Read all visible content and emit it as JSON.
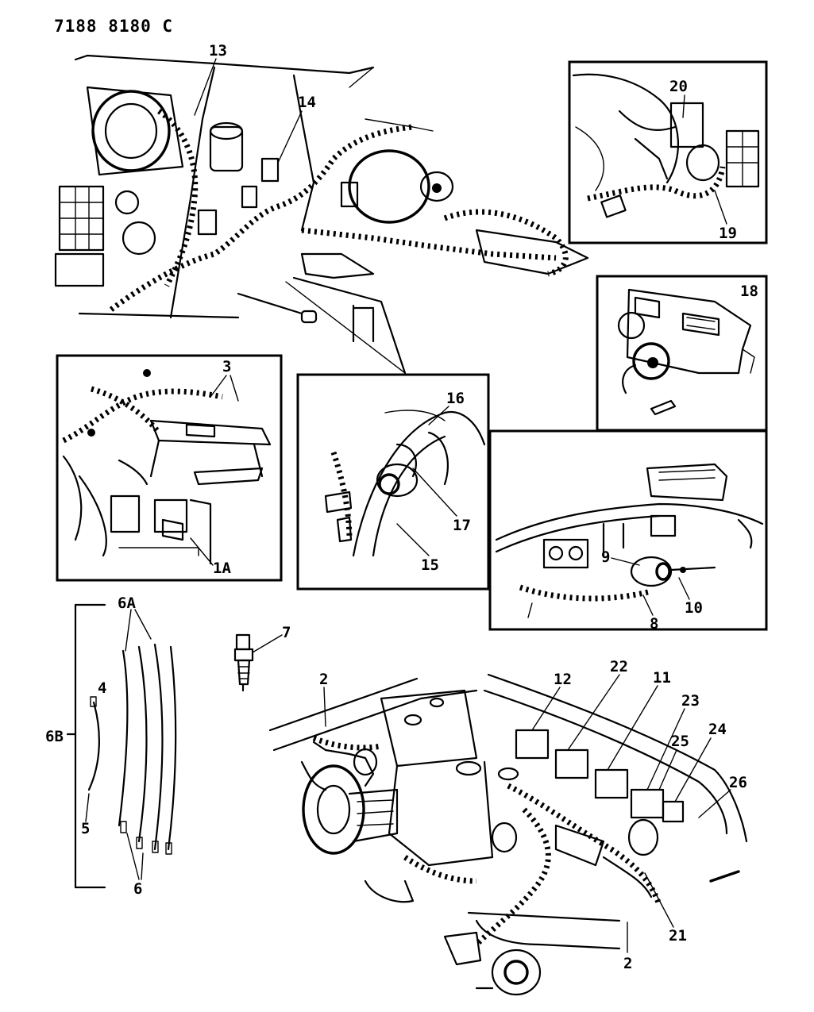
{
  "drawing_code": "7188 8180 C",
  "callouts": {
    "c1a": "1A",
    "c2_top": "2",
    "c2_bottom": "2",
    "c3": "3",
    "c4": "4",
    "c5": "5",
    "c6": "6",
    "c6a": "6A",
    "c6b": "6B",
    "c7": "7",
    "c8": "8",
    "c9": "9",
    "c10": "10",
    "c11": "11",
    "c12": "12",
    "c13": "13",
    "c14": "14",
    "c15": "15",
    "c16": "16",
    "c17": "17",
    "c18": "18",
    "c19": "19",
    "c20": "20",
    "c21": "21",
    "c22": "22",
    "c23": "23",
    "c24": "24",
    "c25": "25",
    "c26": "26"
  }
}
